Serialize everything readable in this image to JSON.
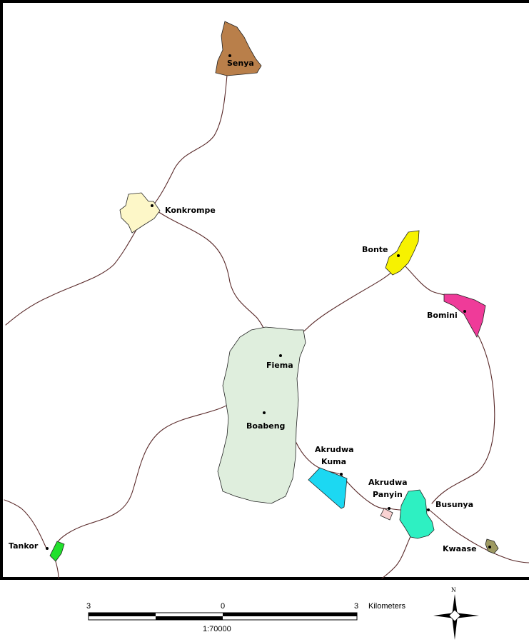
{
  "map": {
    "places": [
      {
        "id": "senya",
        "label": "Senya",
        "color": "#b97f4a"
      },
      {
        "id": "konkrompe",
        "label": "Konkrompe",
        "color": "#fdf7c8"
      },
      {
        "id": "bonte",
        "label": "Bonte",
        "color": "#f7f200"
      },
      {
        "id": "bomini",
        "label": "Bomini",
        "color": "#ef3b99"
      },
      {
        "id": "fiema",
        "label": "Fiema",
        "color": "#dfeedd"
      },
      {
        "id": "boabeng",
        "label": "Boabeng",
        "color": "#dfeedd"
      },
      {
        "id": "akrudwa-kuma",
        "label_line1": "Akrudwa",
        "label_line2": "Kuma",
        "color": "#1cd8f2"
      },
      {
        "id": "akrudwa-panyin",
        "label_line1": "Akrudwa",
        "label_line2": "Panyin",
        "color": "#f9d2d2"
      },
      {
        "id": "busunya",
        "label": "Busunya",
        "color": "#2ef0c2"
      },
      {
        "id": "kwaase",
        "label": "Kwaase",
        "color": "#9e9a62"
      },
      {
        "id": "tankor",
        "label": "Tankor",
        "color": "#22e02c"
      }
    ],
    "road_color": "#5a2a2a"
  },
  "scale_bar": {
    "left_label": "3",
    "center_label": "0",
    "right_label": "3",
    "unit": "Kilometers",
    "ratio": "1:70000"
  },
  "north_arrow": {
    "label": "N",
    "icon": "north-arrow-icon"
  }
}
